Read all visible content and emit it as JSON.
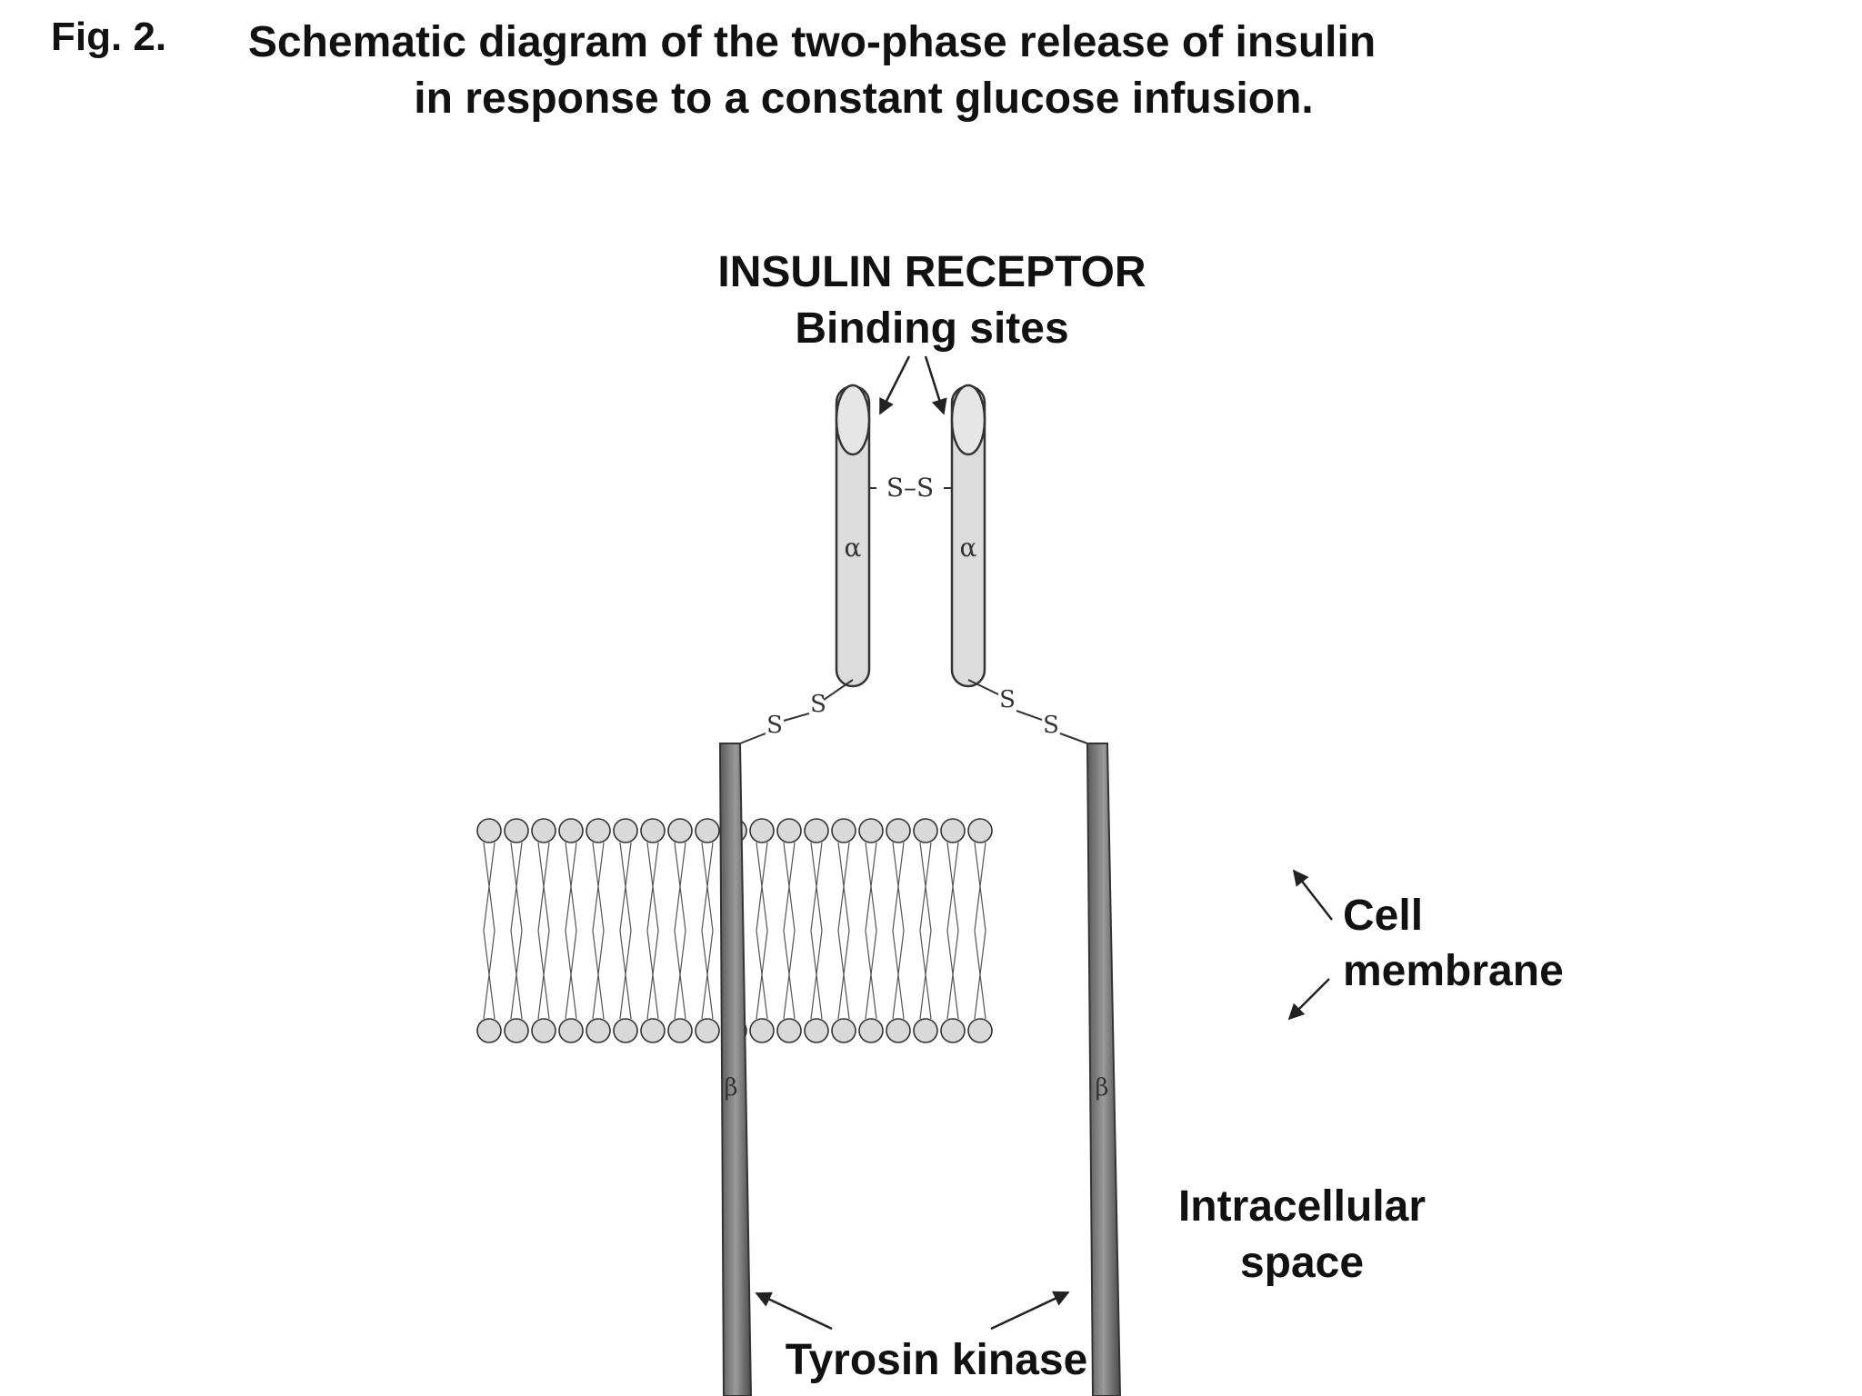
{
  "caption": {
    "number": "Fig. 2.",
    "title_line1": "Schematic diagram of the two-phase release of insulin",
    "title_line2": "in response to a constant glucose infusion."
  },
  "diagram": {
    "receptor_title": "INSULIN RECEPTOR",
    "binding_sites": "Binding sites",
    "disulfide_bridge": "S–S",
    "sulfur": "S",
    "alpha": "α",
    "beta": "β",
    "cell_membrane_line1": "Cell",
    "cell_membrane_line2": "membrane",
    "intracellular_line1": "Intracellular",
    "intracellular_line2": "space",
    "tyrosin_kinase": "Tyrosin kinase"
  }
}
